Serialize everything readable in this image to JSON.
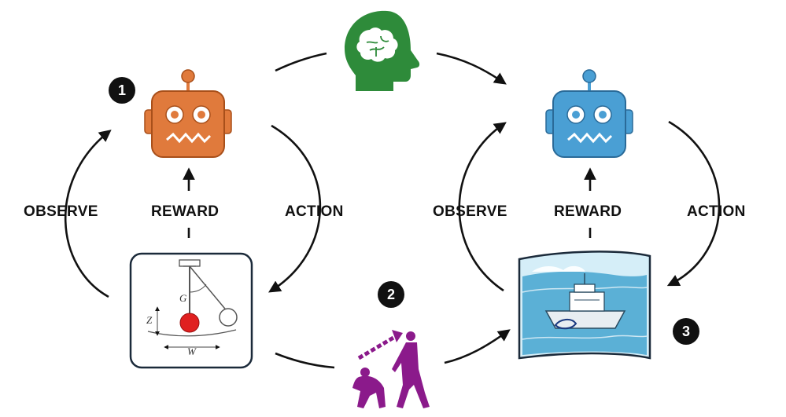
{
  "labels": {
    "left_observe": "OBSERVE",
    "left_reward": "REWARD",
    "left_action": "ACTION",
    "right_observe": "OBSERVE",
    "right_reward": "REWARD",
    "right_action": "ACTION"
  },
  "badges": [
    "1",
    "2",
    "3"
  ],
  "pendulum_symbols": {
    "g": "G",
    "z": "Z",
    "w": "W"
  },
  "colors": {
    "robot_orange": "#e07a3c",
    "robot_blue": "#4a9fd4",
    "brain_green": "#2e8b3a",
    "evolution_purple": "#8b1a8b",
    "pendulum_ball": "#e02020",
    "sea_blue": "#5bb0d6"
  },
  "icons": [
    "brain-head-icon",
    "robot-icon",
    "pendulum-icon",
    "ship-scene-icon",
    "evolution-icon"
  ]
}
